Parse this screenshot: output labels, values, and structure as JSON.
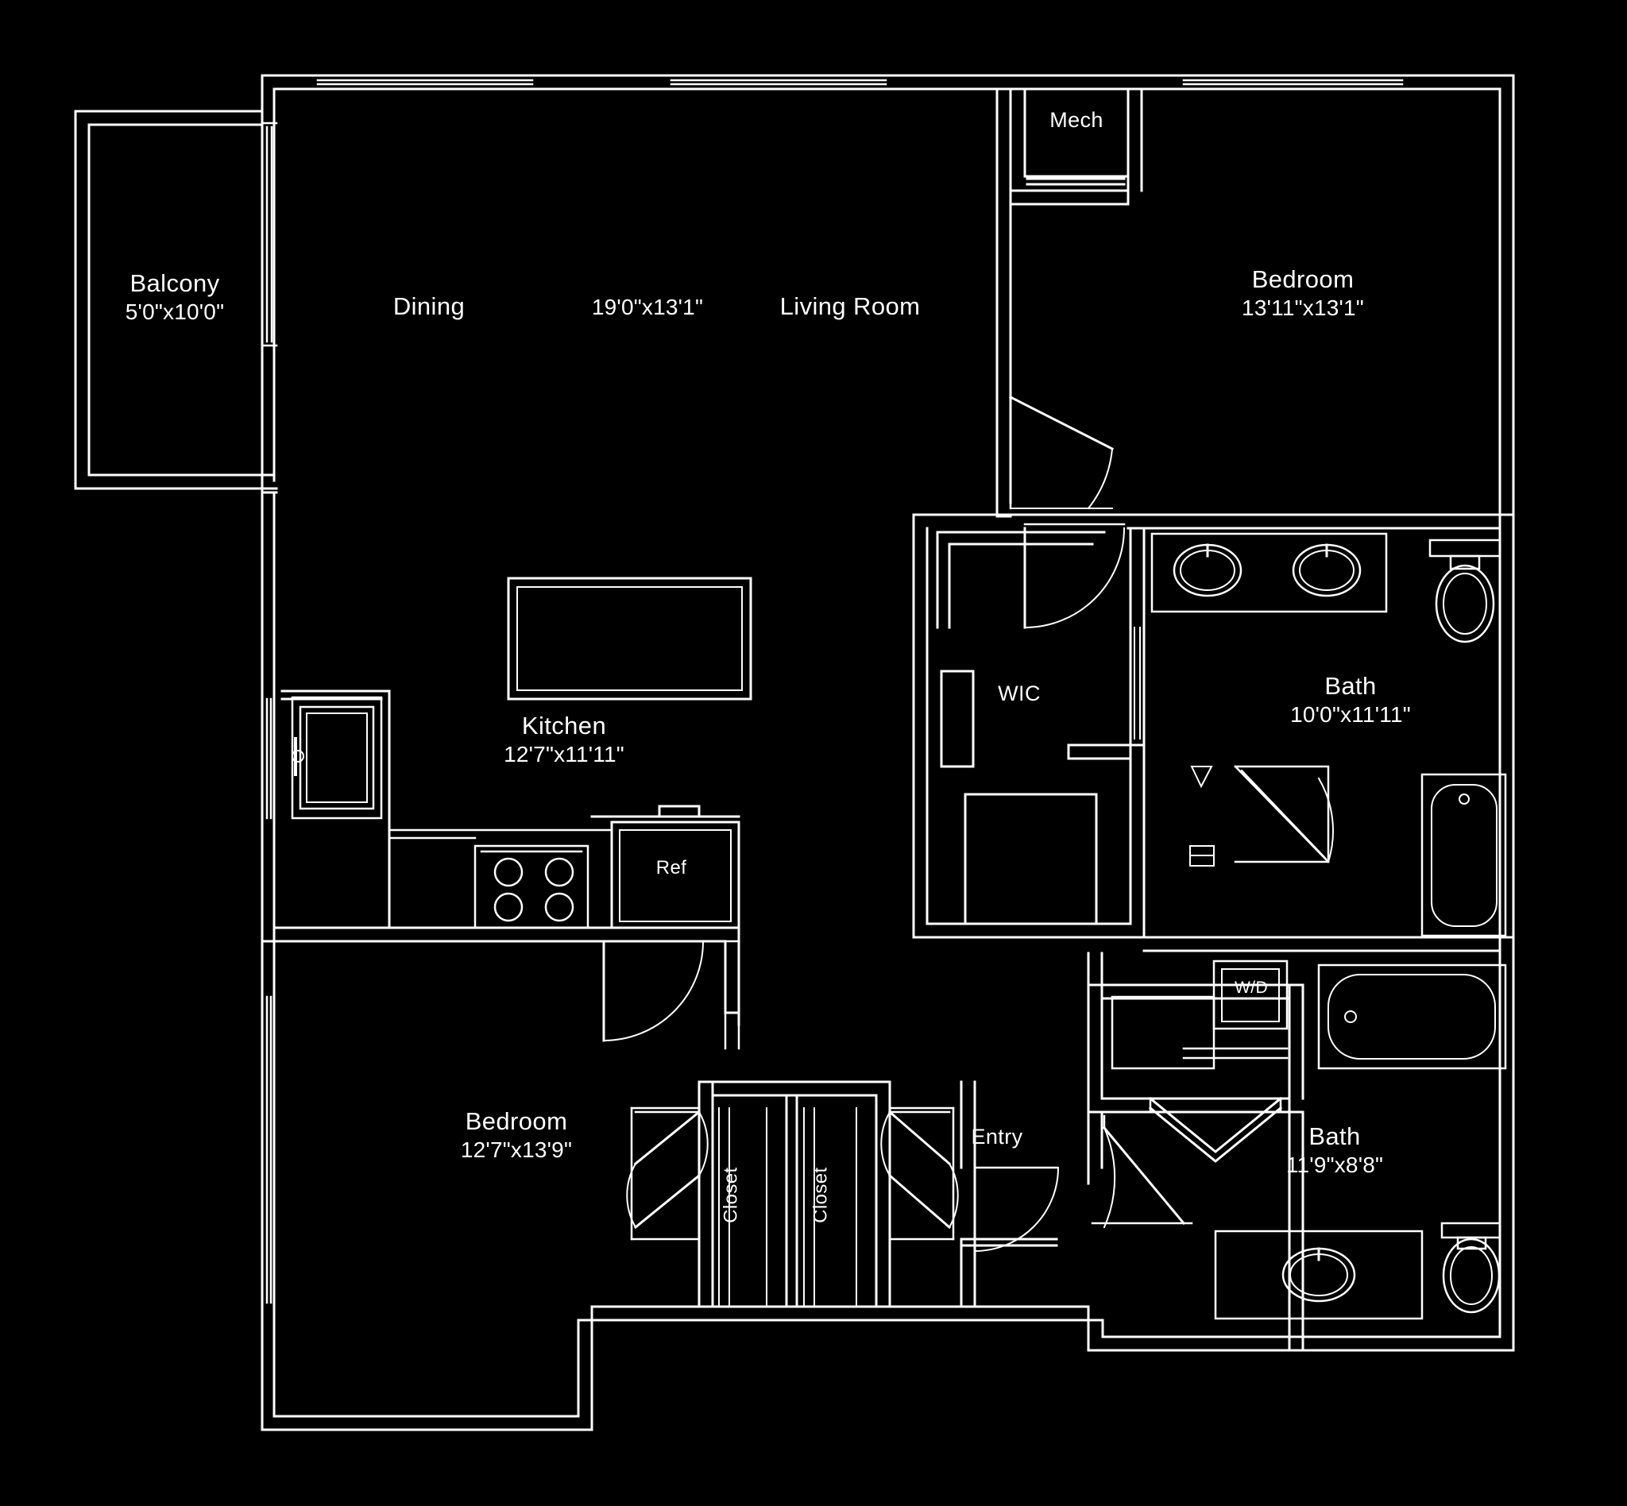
{
  "plan": {
    "title": "Apartment Floor Plan",
    "stroke_color": "#ffffff",
    "background_color": "#000000"
  },
  "rooms": [
    {
      "key": "balcony",
      "name": "Balcony",
      "dimensions": "5'0\"x10'0\""
    },
    {
      "key": "dining",
      "name": "Dining",
      "dimensions": ""
    },
    {
      "key": "living",
      "name": "Living Room",
      "dimensions": ""
    },
    {
      "key": "living_dim",
      "name": "",
      "dimensions": "19'0\"x13'1\""
    },
    {
      "key": "bedroom1",
      "name": "Bedroom",
      "dimensions": "13'11\"x13'1\""
    },
    {
      "key": "mech",
      "name": "Mech",
      "dimensions": ""
    },
    {
      "key": "kitchen",
      "name": "Kitchen",
      "dimensions": "12'7\"x11'11\""
    },
    {
      "key": "wic",
      "name": "WIC",
      "dimensions": ""
    },
    {
      "key": "bath1",
      "name": "Bath",
      "dimensions": "10'0\"x11'11\""
    },
    {
      "key": "bedroom2",
      "name": "Bedroom",
      "dimensions": "12'7\"x13'9\""
    },
    {
      "key": "closet1",
      "name": "Closet",
      "dimensions": ""
    },
    {
      "key": "closet2",
      "name": "Closet",
      "dimensions": ""
    },
    {
      "key": "entry",
      "name": "Entry",
      "dimensions": ""
    },
    {
      "key": "bath2",
      "name": "Bath",
      "dimensions": "11'9\"x8'8\""
    },
    {
      "key": "ref",
      "name": "Ref",
      "dimensions": ""
    },
    {
      "key": "wd",
      "name": "W/D",
      "dimensions": ""
    }
  ],
  "fixtures": [
    {
      "key": "refrigerator",
      "label": "Ref"
    },
    {
      "key": "washer-dryer",
      "label": "W/D"
    },
    {
      "key": "range-cooktop",
      "label": ""
    },
    {
      "key": "kitchen-sink",
      "label": ""
    },
    {
      "key": "kitchen-island",
      "label": ""
    },
    {
      "key": "double-vanity",
      "label": ""
    },
    {
      "key": "toilet-primary",
      "label": ""
    },
    {
      "key": "bathtub-primary",
      "label": ""
    },
    {
      "key": "shower-primary",
      "label": ""
    },
    {
      "key": "tub-secondary",
      "label": ""
    },
    {
      "key": "toilet-secondary",
      "label": ""
    },
    {
      "key": "vanity-secondary",
      "label": ""
    }
  ]
}
